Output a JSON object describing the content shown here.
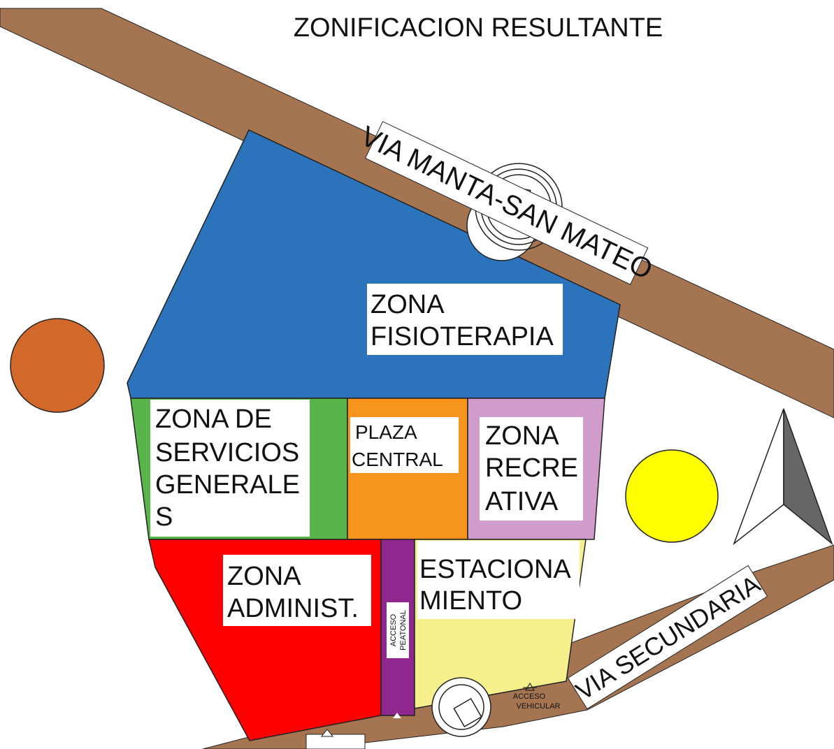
{
  "title": "ZONIFICACION RESULTANTE",
  "roads": {
    "main": "VIA MANTA-SAN MATEO",
    "secondary": "VIA SECUNDARIA"
  },
  "zones": {
    "fisioterapia": {
      "line1": "ZONA",
      "line2": "FISIOTERAPIA",
      "color": "#2b73bb"
    },
    "servicios": {
      "line1": "ZONA DE",
      "line2": "SERVICIOS",
      "line3": "GENERALE",
      "line4": "S",
      "color": "#57b54a"
    },
    "plaza": {
      "line1": "PLAZA",
      "line2": "CENTRAL",
      "color": "#f7941d"
    },
    "recreativa": {
      "line1": "ZONA",
      "line2": "RECRE",
      "line3": "ATIVA",
      "color": "#cf9ccb"
    },
    "administ": {
      "line1": "ZONA",
      "line2": "ADMINIST.",
      "color": "#ff0000"
    },
    "peatonal": {
      "line1": "ACCESO",
      "line2": "PEATONAL",
      "color": "#8f278f"
    },
    "estacionamiento": {
      "line1": "ESTACIONA",
      "line2": "MIENTO",
      "color": "#f5f08c"
    }
  },
  "access": {
    "vehicular_line1": "ACCESO",
    "vehicular_line2": "VEHICULAR"
  },
  "colors": {
    "road": "#a57552",
    "orange_circle": "#d2692b",
    "yellow_circle": "#ffff00",
    "north_dark": "#666666"
  }
}
